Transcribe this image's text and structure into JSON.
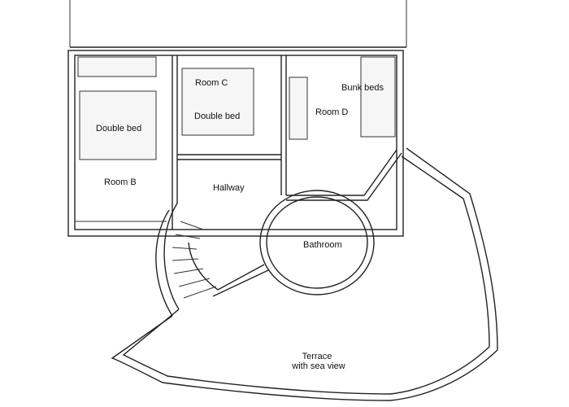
{
  "rooms": {
    "room_b": "Room B",
    "room_c": "Room C",
    "room_d": "Room D",
    "hallway": "Hallway",
    "bathroom": "Bathroom",
    "terrace_line1": "Terrace",
    "terrace_line2": "with sea view"
  },
  "furniture": {
    "double_bed_b": "Double bed",
    "double_bed_c": "Double bed",
    "bunk_beds": "Bunk beds"
  }
}
